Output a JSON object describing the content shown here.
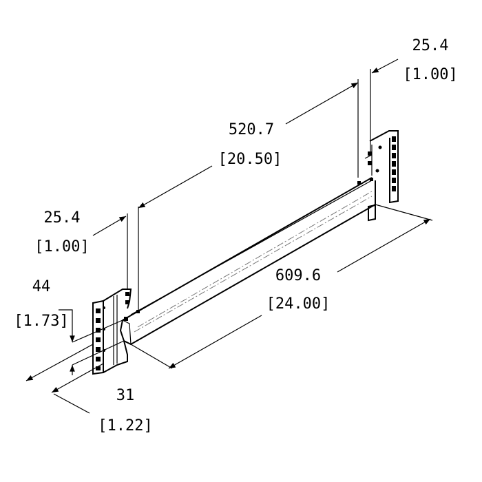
{
  "title": "Rack rail dimension drawing",
  "units": {
    "primary": "mm",
    "secondary": "in"
  },
  "dimensions": {
    "overall_length": {
      "mm": "609.6",
      "in": "[24.00]"
    },
    "inner_span": {
      "mm": "520.7",
      "in": "[20.50]"
    },
    "rear_flange": {
      "mm": "25.4",
      "in": "[1.00]"
    },
    "front_flange": {
      "mm": "25.4",
      "in": "[1.00]"
    },
    "height": {
      "mm": "44",
      "in": "[1.73]"
    },
    "depth": {
      "mm": "31",
      "in": "[1.22]"
    }
  }
}
